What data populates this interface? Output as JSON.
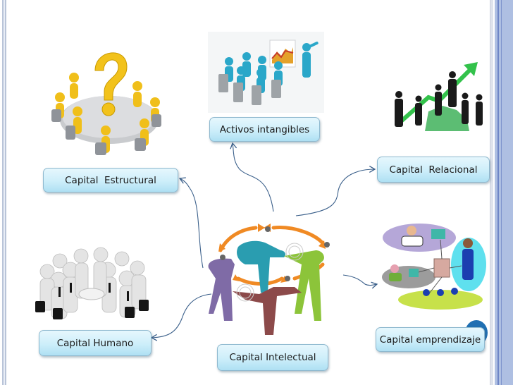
{
  "diagram": {
    "center": {
      "label": "Capital Intelectual"
    },
    "nodes": [
      {
        "id": "estructural",
        "label": "Capital  Estructural",
        "illustration": "people-around-table-question-mark"
      },
      {
        "id": "activos",
        "label": "Activos intangibles",
        "illustration": "presentation-audience-chart"
      },
      {
        "id": "relacional",
        "label": "Capital  Relacional",
        "illustration": "businesspeople-growth-arrow"
      },
      {
        "id": "emprendizaje",
        "label": "Capital emprendizaje",
        "illustration": "networked-office-workers"
      },
      {
        "id": "humano",
        "label": "Capital Humano",
        "illustration": "team-hands-together"
      }
    ],
    "center_illustration": "colored-figures-circle-exchange-arrows",
    "colors": {
      "node_fill_top": "#e6f7fd",
      "node_fill_bottom": "#aee0f3",
      "node_border": "#8fb9cf",
      "connector": "#3a5f8a",
      "exchange_arrows": "#f08a24",
      "frame_blue": "#aebfe2"
    }
  }
}
